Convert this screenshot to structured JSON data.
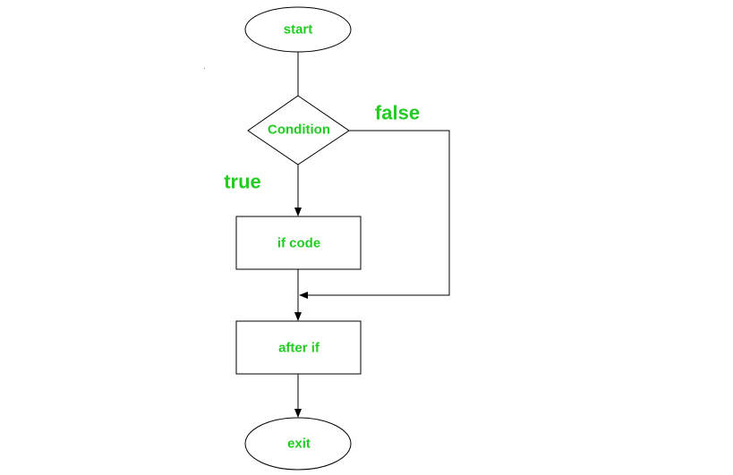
{
  "colors": {
    "label": "#22cc22",
    "stroke": "#000000",
    "fill": "#ffffff"
  },
  "nodes": {
    "start": "start",
    "condition": "Condition",
    "if_code": "if code",
    "after_if": "after if",
    "exit": "exit"
  },
  "edges": {
    "true_label": "true",
    "false_label": "false"
  }
}
